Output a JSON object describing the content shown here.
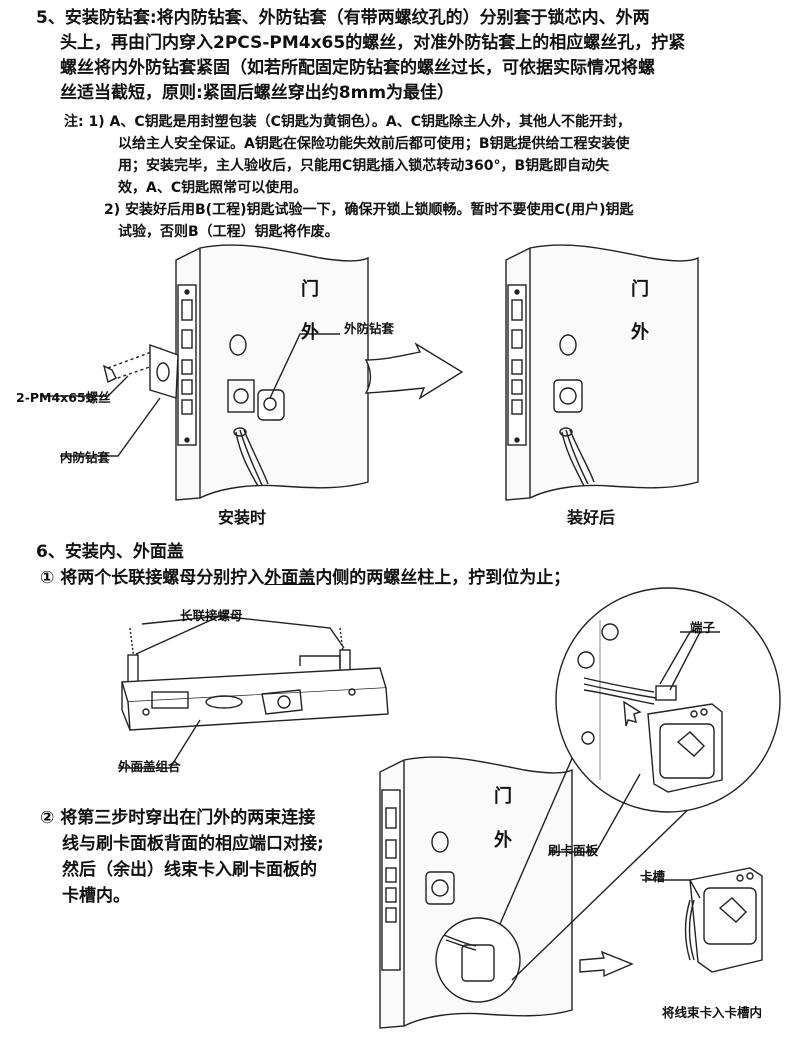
{
  "step5": {
    "line1": "5、安装防钻套:将内防钻套、外防钻套（有带两螺纹孔的）分别套于锁芯内、外两",
    "line2": "头上，再由门内穿入2PCS-PM4x65的螺丝，对准外防钻套上的相应螺丝孔，拧紧",
    "line3": "螺丝将内外防钻套紧固（如若所配固定防钻套的螺丝过长，可依据实际情况将螺",
    "line4": "丝适当截短，原则:紧固后螺丝穿出约8mm为最佳）"
  },
  "notes": {
    "n1_line1": "注: 1)   A、C钥匙是用封塑包装（C钥匙为黄铜色）。A、C钥匙除主人外，其他人不能开封，",
    "n1_line2": "以给主人安全保证。A钥匙在保险功能失效前后都可使用；B钥匙提供给工程安装使",
    "n1_line3": "用；安装完毕，主人验收后，只能用C钥匙插入锁芯转动360°，B钥匙即自动失",
    "n1_line4": "效，A、C钥匙照常可以使用。",
    "n2_line1": "2)    安装好后用B(工程)钥匙试验一下，确保开锁上锁顺畅。暂时不要使用C(用户)钥匙",
    "n2_line2": "试验，否则B（工程）钥匙将作废。"
  },
  "fig1": {
    "door_out_1": "门",
    "door_out_2": "外",
    "door_out_3": "门",
    "door_out_4": "外",
    "label_screw": "2-PM4x65螺丝",
    "label_outer": "外防钻套",
    "label_inner": "内防钻套",
    "caption_left": "安装时",
    "caption_right": "装好后"
  },
  "step6": {
    "title": "6、安装内、外面盖",
    "sub1_prefix": "① 将两个长联接螺母分别拧入",
    "sub1_underlined": "外面盖",
    "sub1_suffix": "内侧的两螺丝柱上，拧到位为止；",
    "label_nut": "长联接螺母",
    "label_cover": "外面盖组合",
    "label_terminal": "端子",
    "label_panel": "刷卡面板",
    "label_slot": "卡槽",
    "door_1": "门",
    "door_2": "外",
    "sub2_line1": "② 将第三步时穿出在门外的两束连接",
    "sub2_line2": "线与刷卡面板背面的相应端口对接;",
    "sub2_line3": "然后（余出）线束卡入刷卡面板的",
    "sub2_line4": "卡槽内。",
    "caption_bottom": "将线束卡入卡槽内"
  }
}
